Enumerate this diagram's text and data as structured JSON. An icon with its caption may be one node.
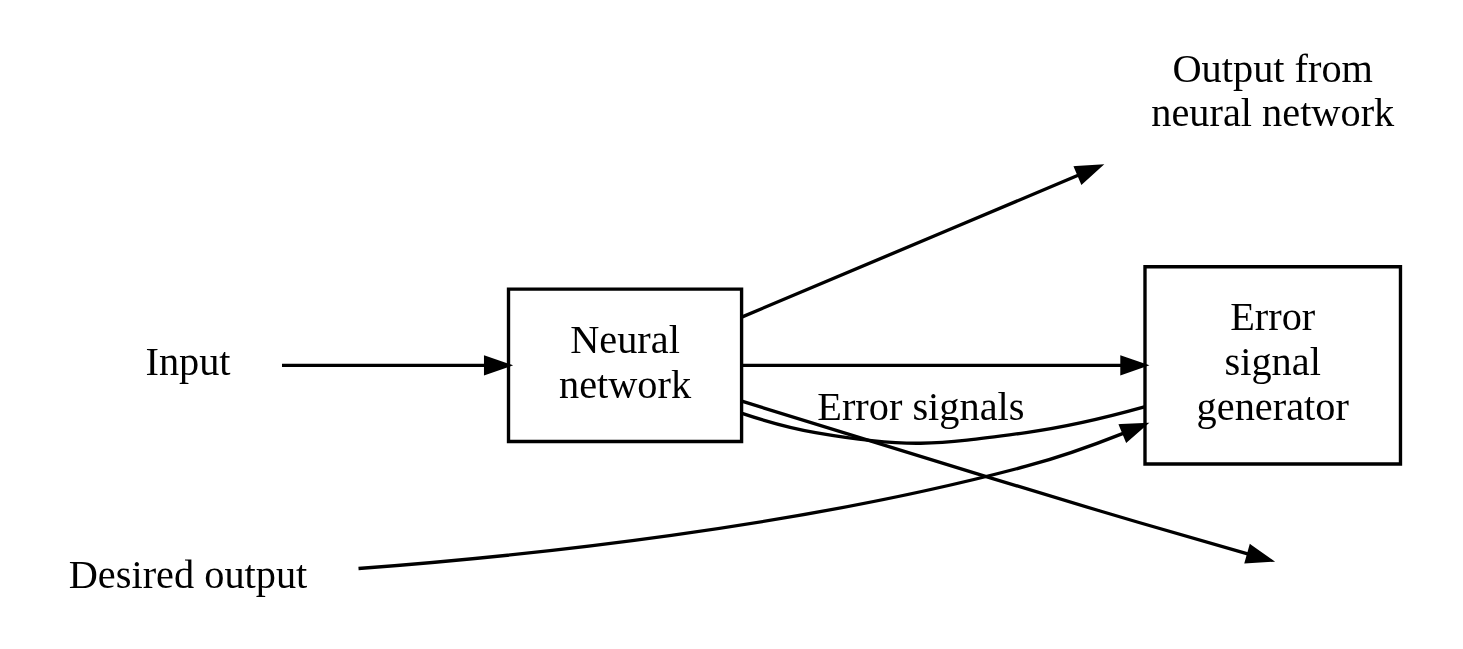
{
  "diagram": {
    "nodes": [
      {
        "text": [
          "Input"
        ]
      },
      {
        "text": [
          "Neural network"
        ]
      },
      {
        "text": [
          "Output from neural network"
        ]
      },
      {
        "text": [
          "Error signal generator"
        ]
      },
      {
        "text": [
          "Desired output"
        ]
      }
    ],
    "edges": [
      {
        "from": 0,
        "to": 1,
        "arrow": "to"
      },
      {
        "from": 1,
        "to": null,
        "arrow": "to"
      },
      {
        "from": 1,
        "to": 2,
        "arrow": "to"
      },
      {
        "from": 1,
        "to": 3,
        "arrow": "to"
      },
      {
        "from": 4,
        "to": 3,
        "arrow": "to"
      },
      {
        "from": 3,
        "to": 1,
        "arrow": "none",
        "label": "Error signals"
      }
    ]
  }
}
